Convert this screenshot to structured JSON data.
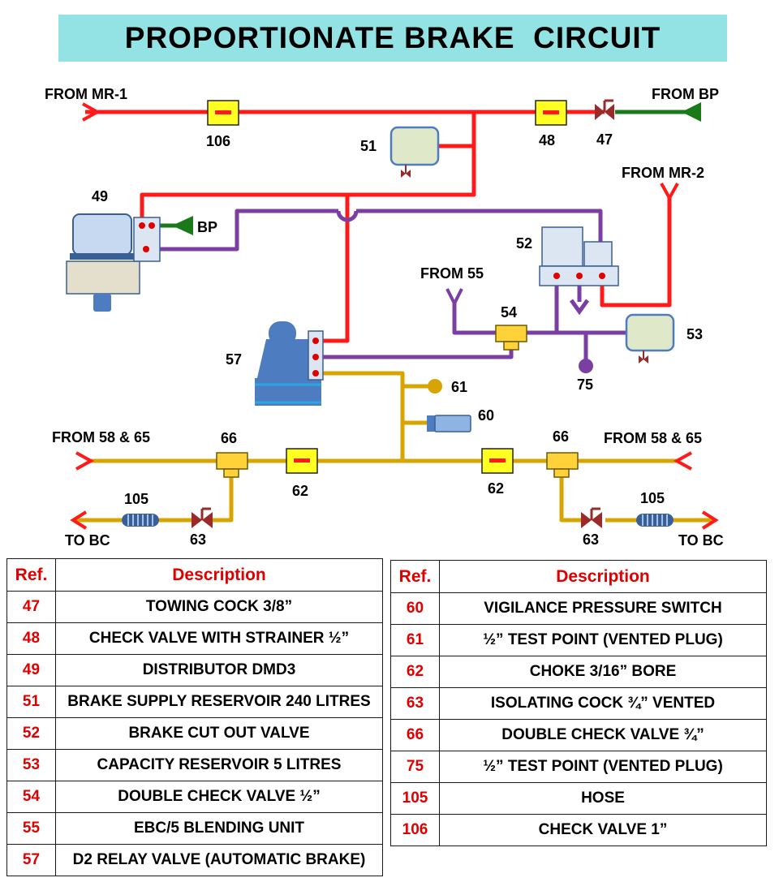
{
  "title": "PROPORTIONATE BRAKE  CIRCUIT",
  "labels": {
    "from_mr1": "FROM MR-1",
    "from_bp": "FROM BP",
    "from_mr2": "FROM MR-2",
    "from_55": "FROM 55",
    "bp": "BP",
    "from_58_65_left": "FROM 58 & 65",
    "from_58_65_right": "FROM 58 & 65",
    "to_bc_left": "TO BC",
    "to_bc_right": "TO BC"
  },
  "numbers": {
    "n106": "106",
    "n51": "51",
    "n48": "48",
    "n47": "47",
    "n49": "49",
    "n52": "52",
    "n54": "54",
    "n53": "53",
    "n75": "75",
    "n57": "57",
    "n61": "61",
    "n60": "60",
    "n66_left": "66",
    "n66_right": "66",
    "n62_left": "62",
    "n62_right": "62",
    "n105_left": "105",
    "n105_right": "105",
    "n63_left": "63",
    "n63_right": "63"
  },
  "colors": {
    "mr_pipe": "#ff1a1a",
    "bp_pipe": "#1a7a1a",
    "control_pipe": "#7b3fa3",
    "bc_pipe": "#d7a400",
    "choke_fill": "#ffff22",
    "cock": "#9b2a2a",
    "reservoir": "#dfe8c8",
    "valve_blue": "#4d7cc0",
    "ref_red": "#e00000",
    "title_bg": "#93e2e4"
  },
  "table_headers": {
    "ref": "Ref.",
    "description": "Description"
  },
  "table_left": [
    {
      "ref": "47",
      "desc": "TOWING COCK 3/8”"
    },
    {
      "ref": "48",
      "desc": "CHECK VALVE WITH STRAINER ½”"
    },
    {
      "ref": "49",
      "desc": "DISTRIBUTOR DMD3"
    },
    {
      "ref": "51",
      "desc": "BRAKE SUPPLY RESERVOIR 240 LITRES"
    },
    {
      "ref": "52",
      "desc": "BRAKE CUT OUT VALVE"
    },
    {
      "ref": "53",
      "desc": "CAPACITY RESERVOIR 5 LITRES"
    },
    {
      "ref": "54",
      "desc": "DOUBLE CHECK VALVE ½”"
    },
    {
      "ref": "55",
      "desc": "EBC/5 BLENDING UNIT"
    },
    {
      "ref": "57",
      "desc": "D2 RELAY VALVE (AUTOMATIC BRAKE)"
    }
  ],
  "table_right": [
    {
      "ref": "60",
      "desc": "VIGILANCE PRESSURE SWITCH"
    },
    {
      "ref": "61",
      "desc": "½” TEST POINT (VENTED PLUG)"
    },
    {
      "ref": "62",
      "desc": "CHOKE 3/16” BORE"
    },
    {
      "ref": "63",
      "desc": "ISOLATING COCK ¾” VENTED"
    },
    {
      "ref": "66",
      "desc": "DOUBLE CHECK VALVE ¾”"
    },
    {
      "ref": "75",
      "desc": "½” TEST POINT (VENTED PLUG)"
    },
    {
      "ref": "105",
      "desc": "HOSE"
    },
    {
      "ref": "106",
      "desc": "CHECK VALVE 1”"
    }
  ]
}
